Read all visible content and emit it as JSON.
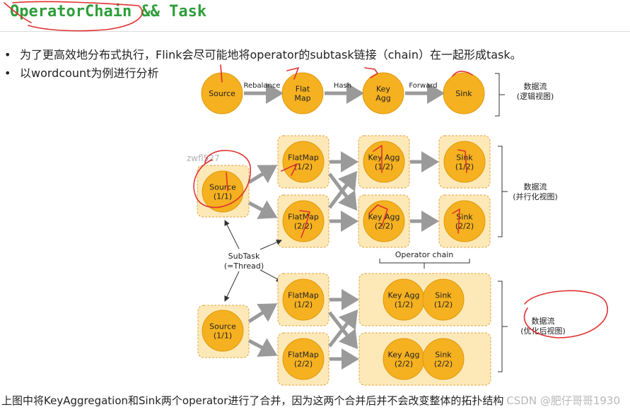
{
  "title": "OperatorChain && Task",
  "bullets": [
    "为了更高效地分布式执行，Flink会尽可能地将operator的subtask链接（chain）在一起形成task。",
    "以wordcount为例进行分析"
  ],
  "logical": {
    "nodes": [
      "Source",
      "Flat\nMap",
      "Key\nAgg",
      "Sink"
    ],
    "edges": [
      "Rebalance",
      "Hash",
      "Forward"
    ],
    "label": [
      "数据流",
      "(逻辑视图)"
    ]
  },
  "parallel": {
    "source": "Source\n(1/1)",
    "flatmap": [
      "FlatMap\n(1/2)",
      "FlatMap\n(2/2)"
    ],
    "keyagg": [
      "Key Agg\n(1/2)",
      "Key Agg\n(2/2)"
    ],
    "sink": [
      "Sink\n(1/2)",
      "Sink\n(2/2)"
    ],
    "label": [
      "数据流",
      "(并行化视图)"
    ],
    "watermark": "zwfl527"
  },
  "annotations": {
    "subtask": [
      "SubTask",
      "(=Thread)"
    ],
    "operator_chain": "Operator chain"
  },
  "optimized": {
    "source": "Source\n(1/1)",
    "flatmap": [
      "FlatMap\n(1/2)",
      "FlatMap\n(2/2)"
    ],
    "chain": [
      {
        "keyagg": "Key Agg\n(1/2)",
        "sink": "Sink\n(1/2)"
      },
      {
        "keyagg": "Key Agg\n(2/2)",
        "sink": "Sink\n(2/2)"
      }
    ],
    "label": [
      "数据流",
      "(优化后视图)"
    ]
  },
  "footer": "上图中将KeyAggregation和Sink两个operator进行了合并，因为这两个合并后并不会改变整体的拓扑结构",
  "csdn_watermark": "CSDN @肥仔哥哥1930",
  "colors": {
    "node": "#f5b120",
    "node_stroke": "#e09a10",
    "box_fill": "#fde9b8",
    "box_stroke": "#e6a23c",
    "arrow": "#9a9a9a",
    "title": "#2e9e3a",
    "ink": "#e03030"
  }
}
